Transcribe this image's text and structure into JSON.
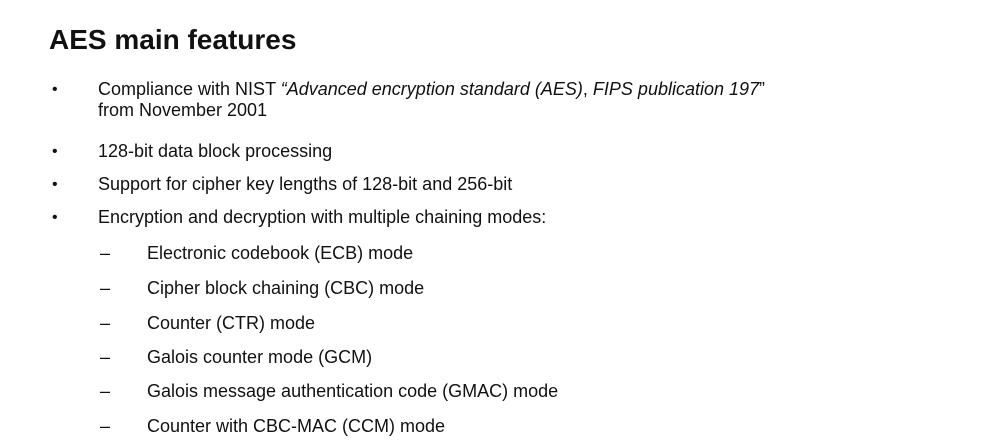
{
  "title": "AES main features",
  "bullet_marker": "•",
  "dash_marker": "–",
  "bullets": [
    {
      "before": "Compliance with NIST ",
      "italic1": "“Advanced encryption standard (AES)",
      "middle": ", ",
      "italic2": "FIPS publication 197",
      "after": "”",
      "line2": "from November 2001"
    },
    {
      "text": "128-bit data block processing"
    },
    {
      "text": "Support for cipher key lengths of 128-bit and 256-bit"
    },
    {
      "text": "Encryption and decryption with multiple chaining modes:"
    }
  ],
  "modes": [
    "Electronic codebook (ECB) mode",
    "Cipher block chaining (CBC) mode",
    "Counter (CTR) mode",
    "Galois counter mode (GCM)",
    "Galois message authentication code (GMAC) mode",
    "Counter with CBC-MAC (CCM) mode"
  ]
}
